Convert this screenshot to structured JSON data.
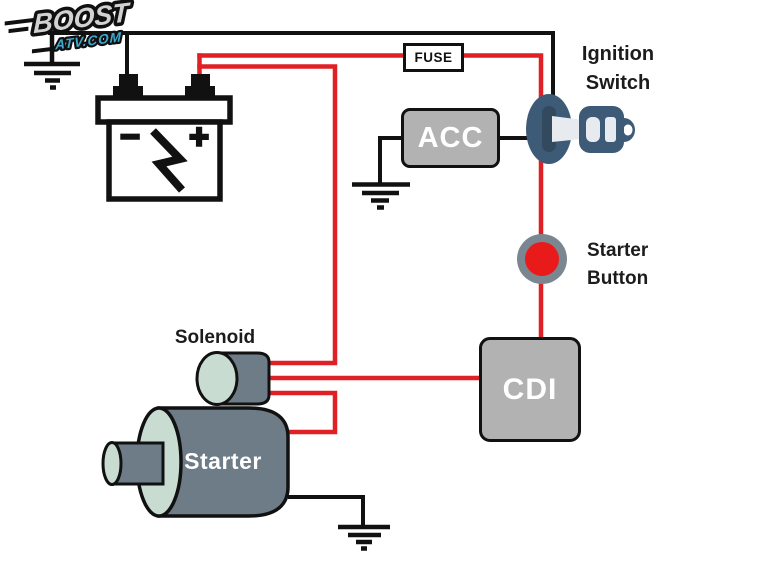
{
  "colors": {
    "bg": "#ffffff",
    "ink": "#111111",
    "wire_red": "#df2126",
    "box_gray": "#b2b2b2",
    "box_text": "#ffffff",
    "slate": "#6d7c87",
    "mint": "#c9dcd2",
    "switch_blue": "#3d5a76",
    "switch_dark": "#32495e",
    "key_light": "#e7eaee",
    "button_ring": "#7b8790",
    "button_red": "#e91b1a",
    "label_ink": "#1c1c1c",
    "logo_silver": "#d2d2d2",
    "logo_blue": "#3fa9cd"
  },
  "components": {
    "battery": {
      "minus": "−",
      "plus": "+"
    },
    "fuse": {
      "label": "FUSE"
    },
    "acc": {
      "label": "ACC"
    },
    "ignition_switch": {
      "label_line1": "Ignition",
      "label_line2": "Switch"
    },
    "starter_button": {
      "label_line1": "Starter",
      "label_line2": "Button"
    },
    "cdi": {
      "label": "CDI"
    },
    "solenoid": {
      "label": "Solenoid"
    },
    "starter": {
      "label": "Starter"
    }
  },
  "logo": {
    "line1": "BOOST",
    "line2": "ATV.COM"
  }
}
